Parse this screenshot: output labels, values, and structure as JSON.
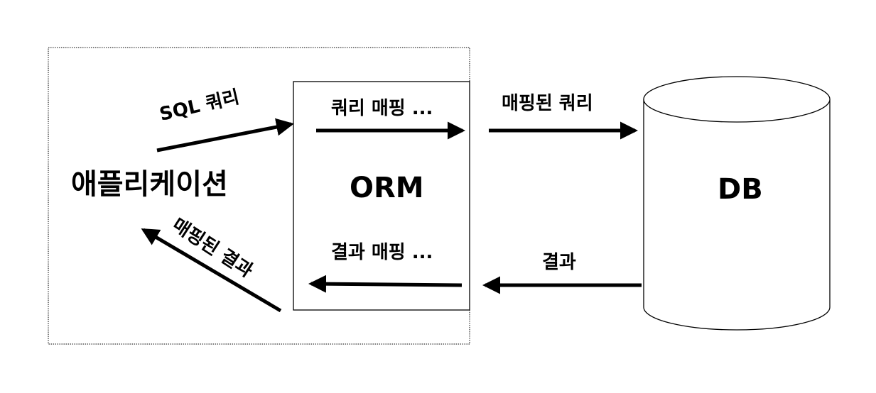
{
  "application": {
    "label": "애플리케이션"
  },
  "orm": {
    "label": "ORM"
  },
  "db": {
    "label": "DB"
  },
  "edges": {
    "sql_query": "SQL 쿼리",
    "query_mapping": "쿼리 매핑 ...",
    "mapped_query": "매핑된 쿼리",
    "mapped_result": "매핑된 결과",
    "result_mapping": "결과 매핑 ...",
    "result": "결과"
  }
}
